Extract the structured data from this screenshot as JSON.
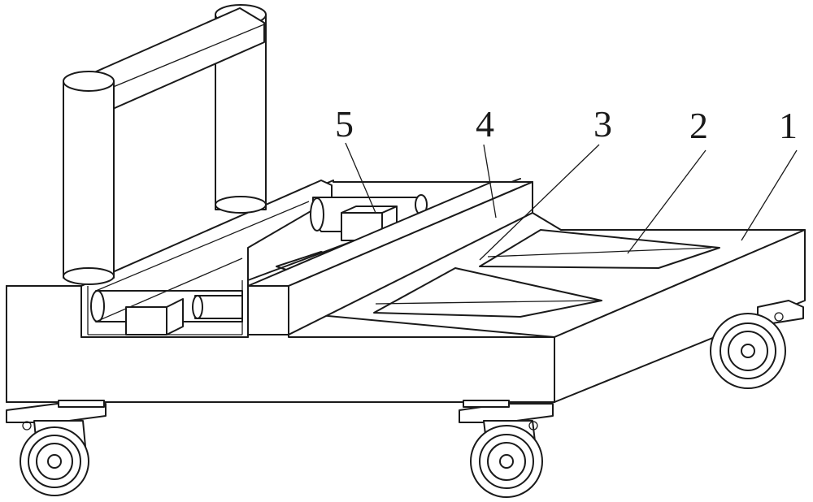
{
  "diagram": {
    "callouts": [
      {
        "id": "part-1",
        "label": "1"
      },
      {
        "id": "part-2",
        "label": "2"
      },
      {
        "id": "part-3",
        "label": "3"
      },
      {
        "id": "part-4",
        "label": "4"
      },
      {
        "id": "part-5",
        "label": "5"
      }
    ],
    "colors": {
      "line": "#1a1a1a",
      "fill": "#ffffff"
    }
  }
}
